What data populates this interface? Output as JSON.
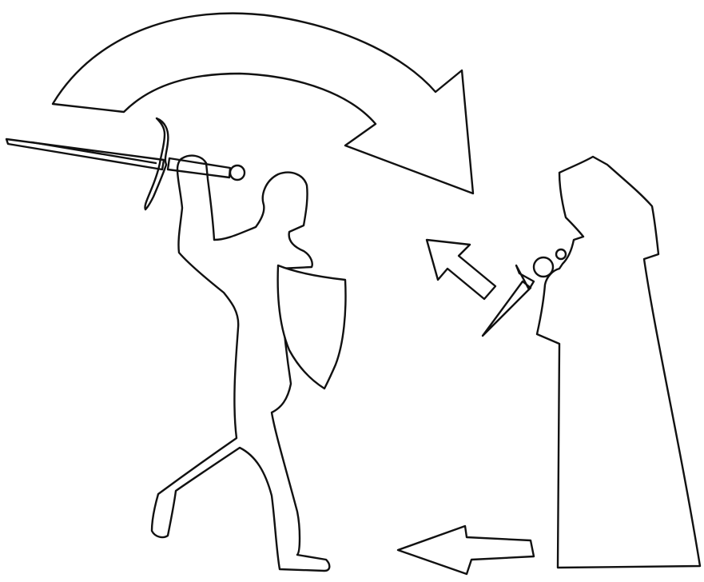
{
  "image": {
    "background_color": "#ffffff",
    "line_color": "#111111",
    "elements": [
      {
        "name": "swing-arrow",
        "kind": "curved-arrow",
        "direction": "clockwise-down-right"
      },
      {
        "name": "knight-figure",
        "kind": "figure",
        "holds": [
          "sword",
          "shield"
        ]
      },
      {
        "name": "sword",
        "kind": "weapon"
      },
      {
        "name": "shield",
        "kind": "defense"
      },
      {
        "name": "robed-figure",
        "kind": "figure",
        "holds": [
          "dagger"
        ]
      },
      {
        "name": "dagger",
        "kind": "weapon"
      },
      {
        "name": "thrust-arrow",
        "kind": "straight-arrow",
        "direction": "up-left"
      },
      {
        "name": "retreat-arrow",
        "kind": "straight-arrow",
        "direction": "left"
      }
    ]
  }
}
